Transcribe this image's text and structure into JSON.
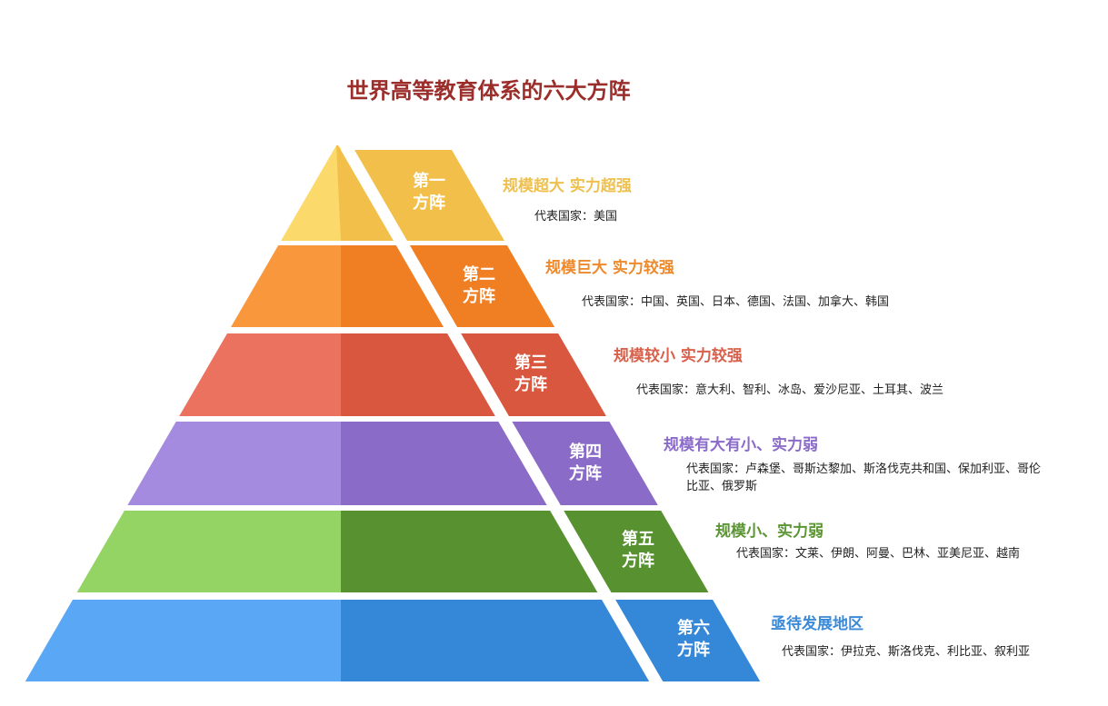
{
  "title": "世界高等教育体系的六大方阵",
  "tiers": [
    {
      "label1": "第一",
      "label2": "方阵",
      "heading": "规模超大 实力超强",
      "countries": "代表国家：美国",
      "light": "#fbd96b",
      "dark": "#f2c04a",
      "accent": "#efc04e"
    },
    {
      "label1": "第二",
      "label2": "方阵",
      "heading": "规模巨大 实力较强",
      "countries": "代表国家：中国、英国、日本、德国、法国、加拿大、韩国",
      "light": "#f9973c",
      "dark": "#ef7f22",
      "accent": "#ed8a2e"
    },
    {
      "label1": "第三",
      "label2": "方阵",
      "heading": "规模较小 实力较强",
      "countries": "代表国家：意大利、智利、冰岛、爱沙尼亚、土耳其、波兰",
      "light": "#ec7260",
      "dark": "#d9573e",
      "accent": "#d9604a"
    },
    {
      "label1": "第四",
      "label2": "方阵",
      "heading": "规模有大有小、实力弱",
      "countries": "代表国家：卢森堡、哥斯达黎加、斯洛伐克共和国、保加利亚、哥伦比亚、俄罗斯",
      "light": "#a58be0",
      "dark": "#8a6bc8",
      "accent": "#8a6bc8"
    },
    {
      "label1": "第五",
      "label2": "方阵",
      "heading": "规模小、实力弱",
      "countries": "代表国家：文莱、伊朗、阿曼、巴林、亚美尼亚、越南",
      "light": "#94d464",
      "dark": "#58912f",
      "accent": "#5c9634"
    },
    {
      "label1": "第六",
      "label2": "方阵",
      "heading": "亟待发展地区",
      "countries": "代表国家：伊拉克、斯洛伐克、利比亚、叙利亚",
      "light": "#5aa8f5",
      "dark": "#3587d8",
      "accent": "#3a8ad8"
    }
  ]
}
